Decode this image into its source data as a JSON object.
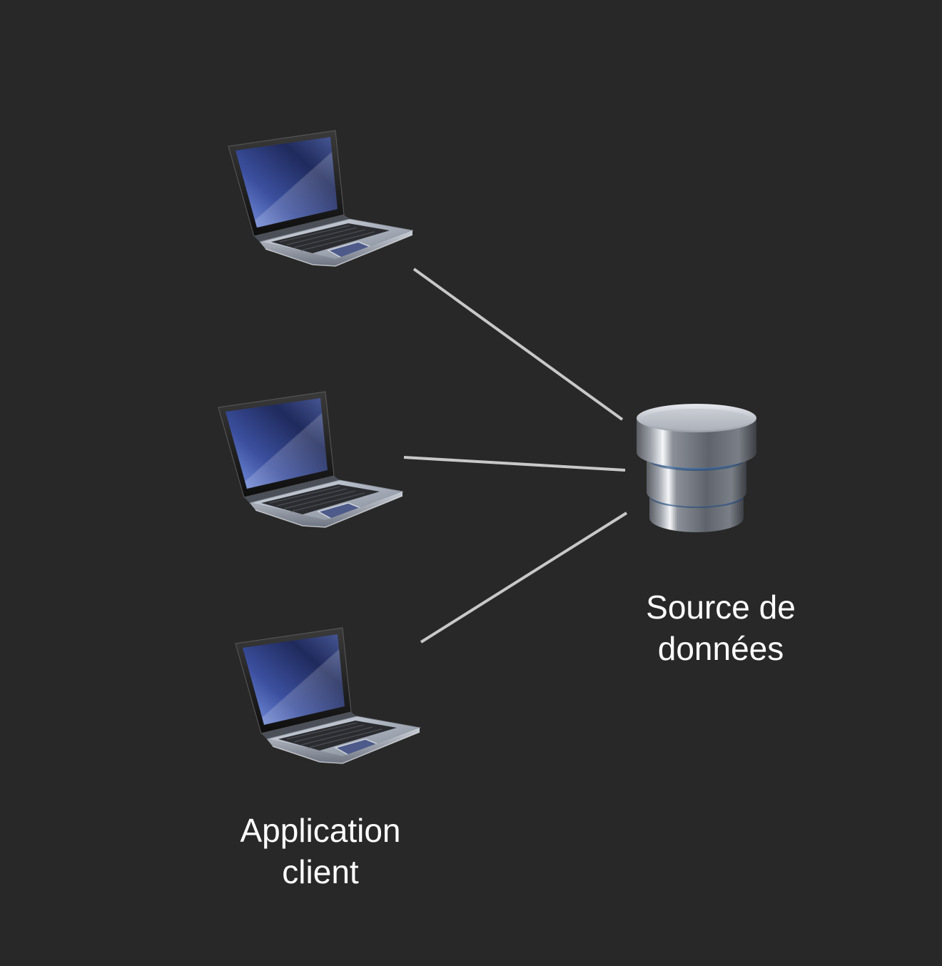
{
  "diagram": {
    "nodes": {
      "clients": [
        {
          "id": "client-1",
          "icon": "laptop-icon"
        },
        {
          "id": "client-2",
          "icon": "laptop-icon"
        },
        {
          "id": "client-3",
          "icon": "laptop-icon"
        }
      ],
      "datasource": {
        "id": "datasource",
        "icon": "database-icon"
      }
    },
    "edges": [
      {
        "from": "client-1",
        "to": "datasource"
      },
      {
        "from": "client-2",
        "to": "datasource"
      },
      {
        "from": "client-3",
        "to": "datasource"
      }
    ],
    "labels": {
      "datasource_line1": "Source de",
      "datasource_line2": "données",
      "client_line1": "Application",
      "client_line2": "client"
    },
    "colors": {
      "background": "#282828",
      "connector": "#c8c8c8",
      "text": "#ffffff",
      "screen_blue": "#4a5fb0",
      "db_glow": "#6ab0ff"
    }
  }
}
